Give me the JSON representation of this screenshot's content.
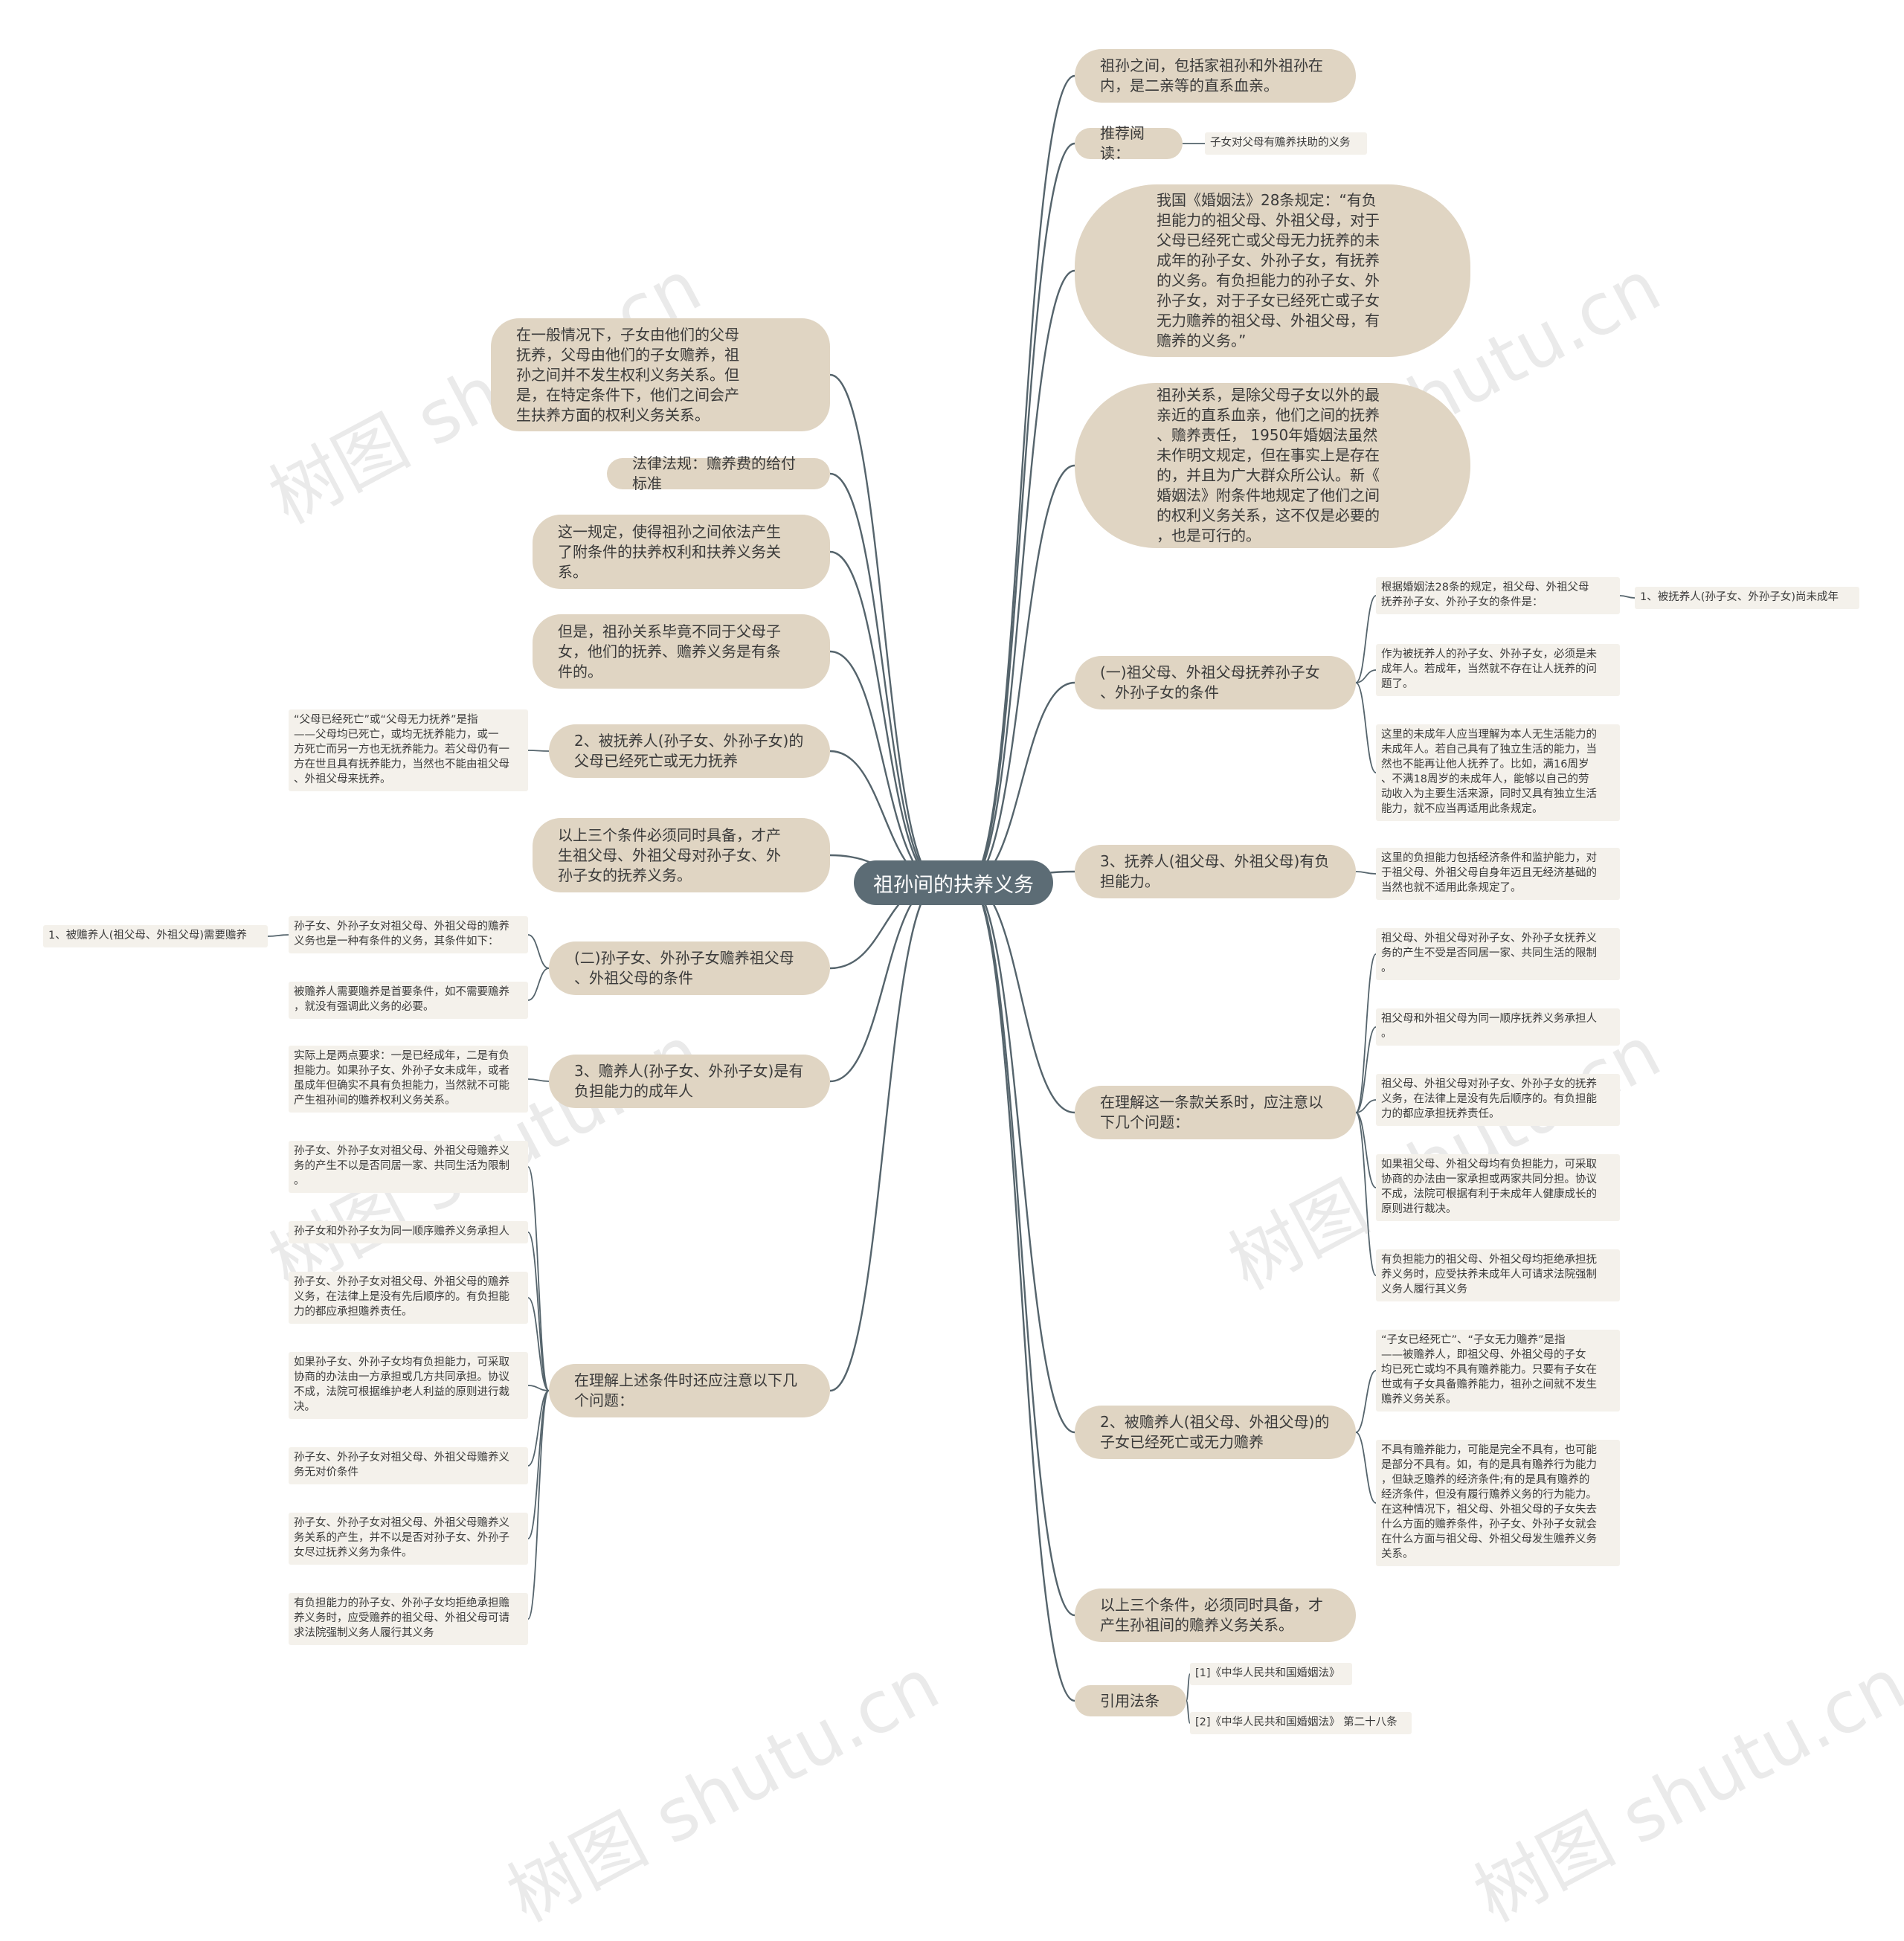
{
  "title": "祖孙间的扶养义务",
  "watermark": "树图 shutu.cn",
  "right": {
    "n1": "祖孙之间，包括家祖孙和外祖孙在\n内，是二亲等的直系血亲。",
    "n2": "推荐阅读：",
    "n2_leaf": "子女对父母有赡养扶助的义务",
    "n3": "我国《婚姻法》28条规定：“有负\n担能力的祖父母、外祖父母，对于\n父母已经死亡或父母无力抚养的未\n成年的孙子女、外孙子女，有抚养\n的义务。有负担能力的孙子女、外\n孙子女，对于子女已经死亡或子女\n无力赡养的祖父母、外祖父母，有\n赡养的义务。”",
    "n4": "祖孙关系，是除父母子女以外的最\n亲近的直系血亲，他们之间的抚养\n、赡养责任， 1950年婚姻法虽然\n未作明文规定，但在事实上是存在\n的，并且为广大群众所公认。新《\n婚姻法》附条件地规定了他们之间\n的权利义务关系，这不仅是必要的\n，也是可行的。",
    "n5": "(一)祖父母、外祖父母抚养孙子女\n、外孙子女的条件",
    "n5_leaf1": "根据婚姻法28条的规定，祖父母、外祖父母\n抚养孙子女、外孙子女的条件是：",
    "n5_leaf1_sub": "1、被抚养人(孙子女、外孙子女)尚未成年",
    "n5_leaf2": "作为被抚养人的孙子女、外孙子女，必须是未\n成年人。若成年，当然就不存在让人抚养的问\n题了。",
    "n5_leaf3": "这里的未成年人应当理解为本人无生活能力的\n未成年人。若自己具有了独立生活的能力，当\n然也不能再让他人抚养了。比如，满16周岁\n、不满18周岁的未成年人，能够以自己的劳\n动收入为主要生活来源，同时又具有独立生活\n能力，就不应当再适用此条规定。",
    "n6": "3、抚养人(祖父母、外祖父母)有负\n担能力。",
    "n6_leaf": "这里的负担能力包括经济条件和监护能力，对\n于祖父母、外祖父母自身年迈且无经济基础的\n当然也就不适用此条规定了。",
    "n7": "在理解这一条款关系时，应注意以\n下几个问题：",
    "n7_leaves": [
      "祖父母、外祖父母对孙子女、外孙子女抚养义\n务的产生不受是否同居一家、共同生活的限制\n。",
      "祖父母和外祖父母为同一顺序抚养义务承担人\n。",
      "祖父母、外祖父母对孙子女、外孙子女的抚养\n义务，在法律上是没有先后顺序的。有负担能\n力的都应承担抚养责任。",
      "如果祖父母、外祖父母均有负担能力，可采取\n协商的办法由一家承担或两家共同分担。协议\n不成，法院可根据有利于未成年人健康成长的\n原则进行裁决。",
      "有负担能力的祖父母、外祖父母均拒绝承担抚\n养义务时，应受扶养未成年人可请求法院强制\n义务人履行其义务"
    ],
    "n8": "2、被赡养人(祖父母、外祖父母)的\n子女已经死亡或无力赡养",
    "n8_leaf1": "“子女已经死亡”、“子女无力赡养”是指\n——被赡养人，即祖父母、外祖父母的子女\n均已死亡或均不具有赡养能力。只要有子女在\n世或有子女具备赡养能力，祖孙之间就不发生\n赡养义务关系。",
    "n8_leaf2": "不具有赡养能力，可能是完全不具有，也可能\n是部分不具有。如，有的是具有赡养行为能力\n，但缺乏赡养的经济条件;有的是具有赡养的\n经济条件，但没有履行赡养义务的行为能力。\n在这种情况下，祖父母、外祖父母的子女失去\n什么方面的赡养条件，孙子女、外孙子女就会\n在什么方面与祖父母、外祖父母发生赡养义务\n关系。",
    "n9": "以上三个条件，必须同时具备，才\n产生孙祖间的赡养义务关系。",
    "n10": "引用法条",
    "n10_leaves": [
      "[1]《中华人民共和国婚姻法》",
      "[2]《中华人民共和国婚姻法》 第二十八条"
    ]
  },
  "left": {
    "l1": "在一般情况下，子女由他们的父母\n抚养，父母由他们的子女赡养，祖\n孙之间并不发生权利义务关系。但\n是，在特定条件下，他们之间会产\n生扶养方面的权利义务关系。",
    "l2": "法律法规：赡养费的给付标准",
    "l3": "这一规定，使得祖孙之间依法产生\n了附条件的扶养权利和扶养义务关\n系。",
    "l4": "但是，祖孙关系毕竟不同于父母子\n女，他们的抚养、赡养义务是有条\n件的。",
    "l5": "2、被抚养人(孙子女、外孙子女)的\n父母已经死亡或无力抚养",
    "l5_leaf": "“父母已经死亡”或“父母无力抚养”是指\n——父母均已死亡，或均无抚养能力，或一\n方死亡而另一方也无抚养能力。若父母仍有一\n方在世且具有抚养能力，当然也不能由祖父母\n、外祖父母来抚养。",
    "l6": "以上三个条件必须同时具备，才产\n生祖父母、外祖父母对孙子女、外\n孙子女的抚养义务。",
    "l7": "(二)孙子女、外孙子女赡养祖父母\n、外祖父母的条件",
    "l7_leaf1": "孙子女、外孙子女对祖父母、外祖父母的赡养\n义务也是一种有条件的义务，其条件如下：",
    "l7_leaf1_sub": "1、被赡养人(祖父母、外祖父母)需要赡养",
    "l7_leaf2": "被赡养人需要赡养是首要条件，如不需要赡养\n，就没有强调此义务的必要。",
    "l8": "3、赡养人(孙子女、外孙子女)是有\n负担能力的成年人",
    "l8_leaf": "实际上是两点要求：一是已经成年，二是有负\n担能力。如果孙子女、外孙子女未成年，或者\n虽成年但确实不具有负担能力，当然就不可能\n产生祖孙间的赡养权利义务关系。",
    "l9": "在理解上述条件时还应注意以下几\n个问题：",
    "l9_leaves": [
      "孙子女、外孙子女对祖父母、外祖父母赡养义\n务的产生不以是否同居一家、共同生活为限制\n。",
      "孙子女和外孙子女为同一顺序赡养义务承担人",
      "孙子女、外孙子女对祖父母、外祖父母的赡养\n义务，在法律上是没有先后顺序的。有负担能\n力的都应承担赡养责任。",
      "如果孙子女、外孙子女均有负担能力，可采取\n协商的办法由一方承担或几方共同承担。协议\n不成，法院可根据维护老人利益的原则进行裁\n决。",
      "孙子女、外孙子女对祖父母、外祖父母赡养义\n务无对价条件",
      "孙子女、外孙子女对祖父母、外祖父母赡养义\n务关系的产生，并不以是否对孙子女、外孙子\n女尽过抚养义务为条件。",
      "有负担能力的孙子女、外孙子女均拒绝承担赡\n养义务时，应受赡养的祖父母、外祖父母可请\n求法院强制义务人履行其义务"
    ]
  },
  "colors": {
    "root": "#5c6c75",
    "main": "#e0d5c3",
    "leaf": "#f4f1eb",
    "line": "#55646c",
    "leafline": "#8f8a80"
  }
}
